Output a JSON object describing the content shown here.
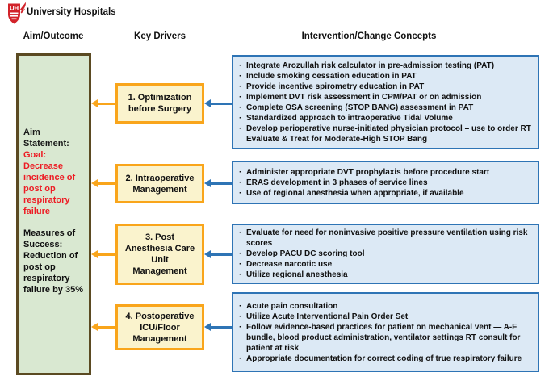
{
  "brand": {
    "name": "University Hospitals",
    "logo_icon": "uh-shield-logo"
  },
  "columns": {
    "aim": "Aim/Outcome",
    "drivers": "Key Drivers",
    "interventions": "Intervention/Change Concepts"
  },
  "aim_box": {
    "aim_label": "Aim Statement:",
    "goal_label": "Goal:",
    "goal_text": "Decrease incidence of post op respiratory failure",
    "measures_text": "Measures of Success: Reduction of post op respiratory failure by 35%"
  },
  "drivers": [
    {
      "lines": [
        "1. Optimization",
        "before Surgery"
      ]
    },
    {
      "lines": [
        "2. Intraoperative",
        "Management"
      ]
    },
    {
      "lines": [
        "3. Post",
        "Anesthesia Care",
        "Unit",
        "Management"
      ]
    },
    {
      "lines": [
        "4. Postoperative",
        "ICU/Floor",
        "Management"
      ]
    }
  ],
  "interventions": [
    {
      "items": [
        "Integrate Arozullah risk calculator in pre-admission testing (PAT)",
        "Include smoking cessation education in PAT",
        "Provide incentive spirometry education in PAT",
        "Implement DVT risk assessment in CPM/PAT or on admission",
        "Complete OSA screening (STOP BANG) assessment in PAT",
        "Standardized approach to intraoperative Tidal Volume",
        "Develop perioperative nurse-initiated physician protocol – use to order RT Evaluate & Treat for Moderate-High STOP Bang"
      ]
    },
    {
      "items": [
        "Administer appropriate DVT prophylaxis before procedure start",
        "ERAS development in 3 phases of service lines",
        "Use of regional anesthesia when appropriate, if available"
      ]
    },
    {
      "items": [
        "Evaluate for need for noninvasive positive pressure ventilation using risk scores",
        "Develop PACU DC scoring tool",
        "Decrease narcotic use",
        "Utilize regional anesthesia"
      ]
    },
    {
      "items": [
        "Acute pain consultation",
        "Utilize Acute Interventional Pain Order Set",
        "Follow evidence-based practices for patient on mechanical vent — A-F bundle, blood product administration, ventilator settings RT consult for patient at risk",
        "Appropriate documentation for correct coding of true respiratory failure"
      ]
    }
  ],
  "colors": {
    "aim_fill": "#D9E8D1",
    "aim_border": "#5B4A22",
    "driver_fill": "#FAF3CD",
    "driver_border": "#F9A51B",
    "intervention_fill": "#DCE9F5",
    "intervention_border": "#2E74B5",
    "arrow_orange": "#F9A51B",
    "arrow_blue": "#2E74B5",
    "goal_red": "#ED1C24",
    "logo_red": "#D2232A"
  }
}
